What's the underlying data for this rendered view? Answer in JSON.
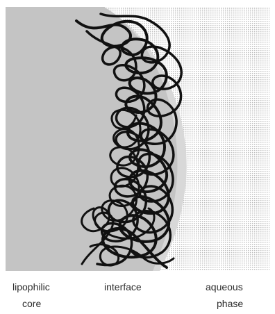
{
  "labels": {
    "core_line1": "lipophilic",
    "core_line2": "core",
    "interface": "interface",
    "aqueous_line1": "aqueous",
    "aqueous_line2": "phase"
  },
  "colors": {
    "core": "#c4c4c4",
    "interface_band": "#d8d8d8",
    "aqueous_dots": "#bdbdbd",
    "background": "#ffffff",
    "chain": "#111111",
    "label_text": "#2b2b2b"
  }
}
